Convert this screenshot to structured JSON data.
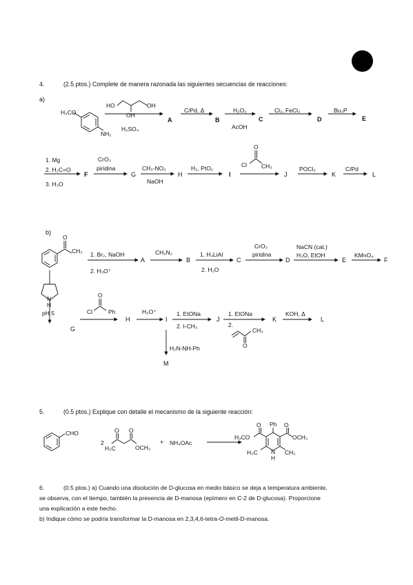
{
  "q4": {
    "number": "4.",
    "text": "(2.5 ptos.) Complete de manera razonada las siguientes secuencias de reacciones:",
    "part_a": {
      "label": "a)",
      "start_group": "H₃CO",
      "start_nh2": "NH₂",
      "glycerol_ho1": "HO",
      "glycerol_oh_center": "OH",
      "glycerol_oh_right": "OH",
      "reagent1_below": "H₂SO₄",
      "A": "A",
      "reagent2": "C/Pd, Δ",
      "B": "B",
      "reagent3_top": "H₂O₂",
      "reagent3_bottom": "AcOH",
      "C": "C",
      "reagent4": "Cl₂, FeCl₃",
      "D": "D",
      "reagent5": "Bu₃P",
      "E": "E",
      "row2_reagent1_a": "1. Mg",
      "row2_reagent1_b": "2. H₂C=O",
      "row2_reagent1_c": "3. H₃O",
      "F": "F",
      "row2_reagent2_top": "CrO₃",
      "row2_reagent2_bottom": "piridina",
      "G": "G",
      "row2_reagent3_top": "CH₃-NO₂",
      "row2_reagent3_bottom": "NaOH",
      "H": "H",
      "row2_reagent4": "H₂, PtO₂",
      "I": "I",
      "acyl_O": "O",
      "acyl_Cl": "Cl",
      "acyl_CH3": "CH₃",
      "J": "J",
      "row2_reagent6": "POCl₃",
      "K": "K",
      "row2_reagent7": "C/Pd",
      "L": "L"
    },
    "part_b": {
      "label": "b)",
      "acetophenone_O": "O",
      "acetophenone_CH3": "CH₃",
      "r1_top": "1. Br₂, NaOH",
      "r1_bottom": "2. H₃O⁺",
      "A": "A",
      "r2": "CH₂N₂",
      "B": "B",
      "r3_top": "1. H₄LiAl",
      "r3_bottom": "2. H₂O",
      "C": "C",
      "r4_top": "CrO₃",
      "r4_bottom": "piridina",
      "D": "D",
      "r5_top": "NaCN (cat.)",
      "r5_bottom": "H₂O, EtOH",
      "E": "E",
      "r6": "KMnO₄",
      "F": "F",
      "pyrrolidine_N": "N",
      "pyrrolidine_H": "H",
      "pyrrolidine_ph": "pH 5",
      "G": "G",
      "benzoyl_O": "O",
      "benzoyl_Cl": "Cl",
      "benzoyl_Ph": "Ph",
      "H": "H",
      "r8": "H₃O⁺",
      "I": "I",
      "r9_top": "1. EtONa",
      "r9_bottom": "2. I-CH₃",
      "J": "J",
      "r10_top": "1. EtONa",
      "r10_bottom": "2.",
      "mvk_CH3": "CH₃",
      "mvk_O": "O",
      "K": "K",
      "r11": "KOH, Δ",
      "L": "L",
      "r12": "H₂N-NH-Ph",
      "M": "M"
    }
  },
  "q5": {
    "number": "5.",
    "text": "(0.5 ptos.) Explique con detalle el mecanismo de la siguiente reacción:",
    "benzaldehyde_CHO": "CHO",
    "stoich": "2",
    "diket_O1": "O",
    "diket_O2": "O",
    "diket_H3C": "H₃C",
    "diket_OCH3": "OCH₃",
    "plus": "+",
    "reagent": "NH₄OAc",
    "prod_Ph": "Ph",
    "prod_H3CO": "H₃CO",
    "prod_OCH3": "OCH₃",
    "prod_O1": "O",
    "prod_O2": "O",
    "prod_H3C": "H₃C",
    "prod_CH3": "CH₃",
    "prod_N": "N",
    "prod_H": "H"
  },
  "q6": {
    "number": "6.",
    "line1": "(0.5 ptos.) a) Cuando una disolución de D-glucosa en medio básico se deja a temperatura ambiente,",
    "line2": "se observa, con el tiempo, también la presencia de D-manosa (epímero en C-2 de D-glucosa). Proporcione",
    "line3": "una explicación a este hecho.",
    "line4_a": "b) Indique cómo se podría transformar la D-manosa en 2,3,4,6-tetra-",
    "line4_italic": "O",
    "line4_b": "-metil-D-manosa."
  }
}
